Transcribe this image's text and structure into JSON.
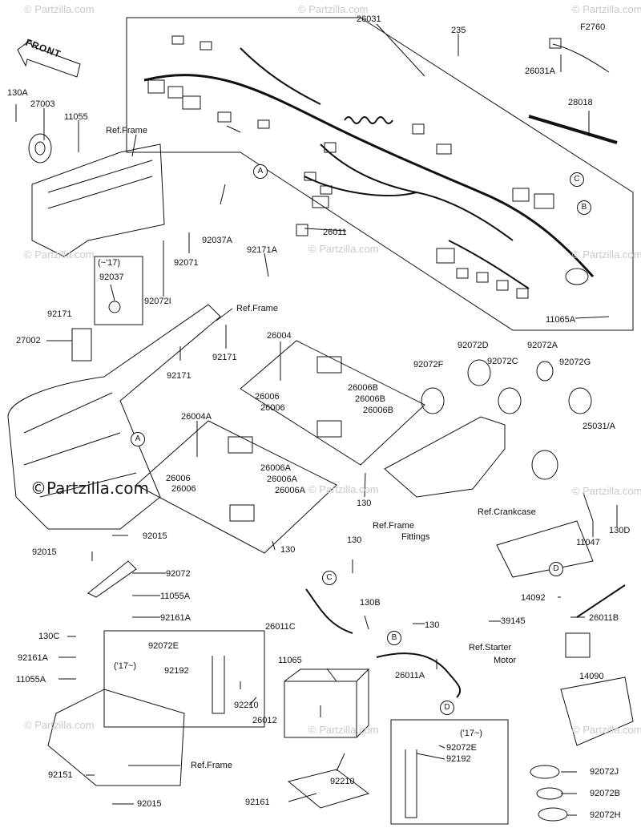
{
  "watermark": {
    "text": "© Partzilla.com",
    "bold_text": "©Partzilla.com"
  },
  "front_arrow": "FRONT",
  "labels": {
    "p26031": "26031",
    "p235": "235",
    "pF2760": "F2760",
    "p26031A": "26031A",
    "p28018": "28018",
    "p130A": "130A",
    "p27003": "27003",
    "p11055": "11055",
    "refFrame1": "Ref.Frame",
    "p92037A": "92037A",
    "p92071": "92071",
    "p92171A": "92171A",
    "p26011": "26011",
    "p11065A": "11065A",
    "yr17a": "(~'17)",
    "p92037": "92037",
    "p92171a": "92171",
    "p92072I": "92072I",
    "refFrame2": "Ref.Frame",
    "p27002": "27002",
    "p92171b": "92171",
    "p92171c": "92171",
    "p26004": "26004",
    "p26006a": "26006",
    "p26006Ba": "26006B",
    "p26006Bb": "26006B",
    "p26006b": "26006",
    "p26006Bc": "26006B",
    "p26004A": "26004A",
    "p26006c": "26006",
    "p26006Aa": "26006A",
    "p26006Ab": "26006A",
    "p26006d": "26006",
    "p26006Ac": "26006A",
    "p130a": "130",
    "p130b": "130",
    "p92072F": "92072F",
    "p92072D": "92072D",
    "p92072C": "92072C",
    "p92072A": "92072A",
    "p92072G": "92072G",
    "p25031": "25031/A",
    "refFittings1": "Ref.Frame",
    "refFittings2": "Fittings",
    "refCrankcase": "Ref.Crankcase",
    "p130D": "130D",
    "p11047": "11047",
    "p92015a": "92015",
    "p92015b": "92015",
    "p92072": "92072",
    "p11055A": "11055A",
    "p92161A": "92161A",
    "p130C": "130C",
    "p92161Aa": "92161A",
    "p11055Aa": "11055A",
    "p130c": "130",
    "p130B": "130B",
    "p130d": "130",
    "p26011C": "26011C",
    "p14092": "14092",
    "p26011B": "26011B",
    "p39145": "39145",
    "refStarter1": "Ref.Starter",
    "refStarter2": "Motor",
    "p92072E": "92072E",
    "yr17b": "('17~)",
    "p92192": "92192",
    "p11065": "11065",
    "p26011A": "26011A",
    "p14090": "14090",
    "p92210a": "92210",
    "p26012": "26012",
    "p92210b": "92210",
    "yr17c": "('17~)",
    "p92072Ea": "92072E",
    "p92192a": "92192",
    "p92151": "92151",
    "refFrame3": "Ref.Frame",
    "p92015c": "92015",
    "p92161": "92161",
    "p92072J": "92072J",
    "p92072B": "92072B",
    "p92072H": "92072H"
  },
  "callouts": {
    "A1": "A",
    "A2": "A",
    "B1": "B",
    "B2": "B",
    "C1": "C",
    "C2": "C",
    "D1": "D",
    "D2": "D"
  }
}
